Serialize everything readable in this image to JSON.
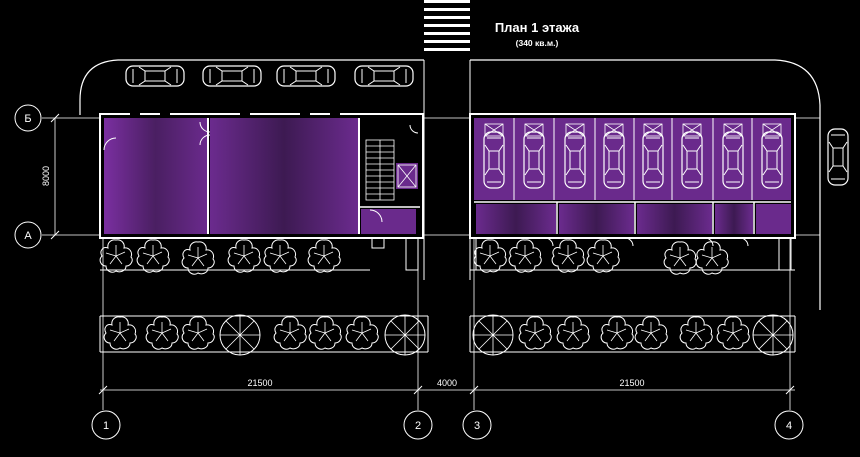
{
  "title": "План 1 этажа",
  "subtitle": "(340 кв.м.)",
  "grid_axes": {
    "rows": [
      "Б",
      "А"
    ],
    "columns": [
      "1",
      "2",
      "3",
      "4"
    ]
  },
  "dimensions": {
    "height": "8000",
    "left_width": "21500",
    "gap": "4000",
    "right_width": "21500"
  },
  "colors": {
    "fill": "#6a2a8c",
    "line": "#ffffff",
    "background": "#000000"
  },
  "icons": [
    "car-icon",
    "tree-icon",
    "stair-icon",
    "crosswalk-icon",
    "axis-bubble-icon"
  ]
}
